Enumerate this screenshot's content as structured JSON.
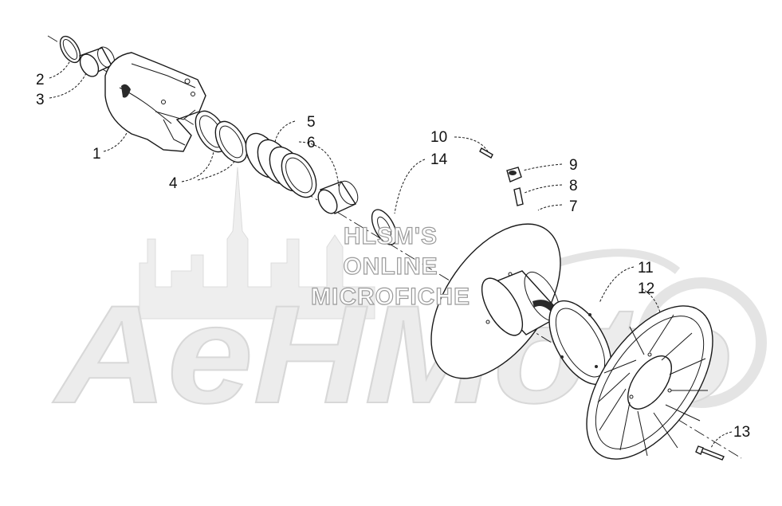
{
  "diagram": {
    "callouts": [
      "1",
      "2",
      "3",
      "4",
      "5",
      "6",
      "7",
      "8",
      "9",
      "10",
      "11",
      "12",
      "13",
      "14"
    ]
  },
  "watermark": {
    "lines": [
      "HLSM'S",
      "ONLINE",
      "MICROFICHE"
    ],
    "logo_text": "AeHMoto"
  },
  "colors": {
    "line": "#1a1a1a",
    "watermark_fill": "#eeeeee",
    "watermark_stroke": "#9a9a9a"
  }
}
